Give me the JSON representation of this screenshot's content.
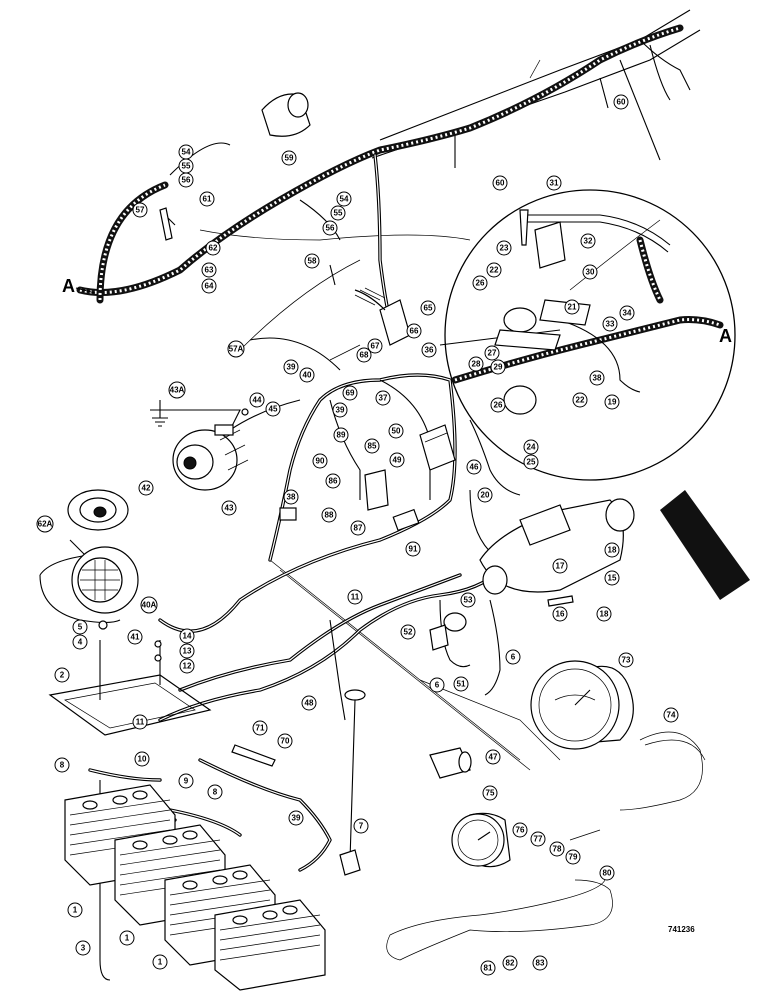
{
  "drawing_number": "741236",
  "section_marker": "A",
  "callouts": [
    "1",
    "2",
    "3",
    "4",
    "5",
    "6",
    "7",
    "8",
    "9",
    "10",
    "11",
    "12",
    "13",
    "14",
    "15",
    "16",
    "17",
    "18",
    "19",
    "20",
    "21",
    "22",
    "23",
    "24",
    "25",
    "26",
    "27",
    "28",
    "29",
    "30",
    "31",
    "32",
    "33",
    "34",
    "36",
    "37",
    "38",
    "39",
    "40",
    "41",
    "42",
    "43",
    "44",
    "45",
    "46",
    "47",
    "48",
    "49",
    "50",
    "51",
    "52",
    "53",
    "54",
    "55",
    "56",
    "57",
    "58",
    "59",
    "60",
    "61",
    "62",
    "63",
    "64",
    "65",
    "66",
    "67",
    "68",
    "69",
    "70",
    "71",
    "73",
    "74",
    "75",
    "76",
    "77",
    "78",
    "79",
    "80",
    "81",
    "82",
    "83",
    "85",
    "86",
    "87",
    "88",
    "89",
    "90",
    "91",
    "43A",
    "62A",
    "40A",
    "57A"
  ]
}
